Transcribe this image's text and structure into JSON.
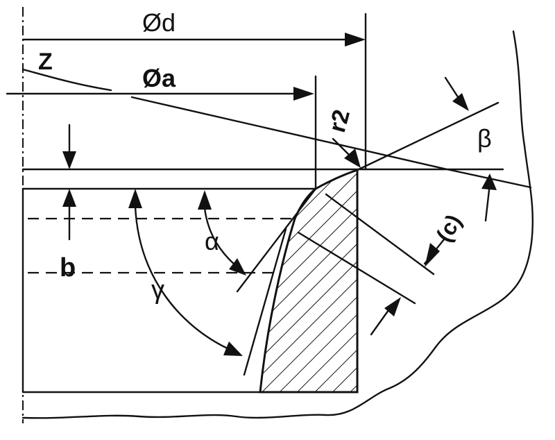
{
  "diagram": {
    "labels": {
      "diameter_d": "Ød",
      "diameter_a": "Øa",
      "z": "Z",
      "r2": "r2",
      "beta": "β",
      "alpha": "α",
      "gamma": "γ",
      "b": "b",
      "c": "(c)"
    },
    "colors": {
      "ink": "#111111",
      "paper": "#ffffff"
    }
  }
}
